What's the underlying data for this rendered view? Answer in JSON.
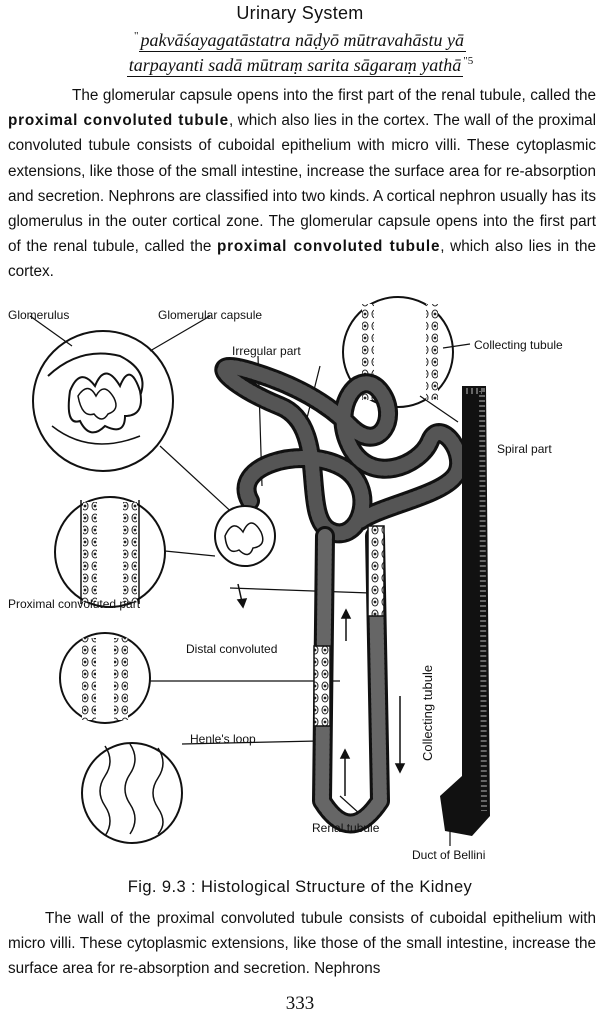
{
  "header": {
    "title": "Urinary System"
  },
  "verse": {
    "line1": "pakvāśayagatāstatra nāḍyō mūtravahāstu yā",
    "line2": "tarpayanti sadā mūtraṃ sarita sāgaraṃ yathā",
    "open_mark": "\"",
    "close_mark": "\"5"
  },
  "paragraph1": {
    "p1": "The glomerular capsule opens into the first part of the renal tubule, called the ",
    "b1": "proximal convoluted tubule",
    "p2": ", which also lies in the cortex. The wall of the proximal convoluted tubule consists of cuboidal epithelium with micro villi. These cytoplasmic extensions, like those of the small intestine, increase the surface area for re-absorption and secretion. Nephrons are classified into two kinds. A cortical nephron usually has its glomerulus in the outer cortical zone. The glomerular capsule opens into the first part of the renal tubule, called the ",
    "b2": "proximal convoluted tubule",
    "p3": ", which also lies in the cortex."
  },
  "figure": {
    "labels": {
      "glomerulus": "Glomerulus",
      "glomerular_capsule": "Glomerular capsule",
      "irregular_part": "Irregular part",
      "collecting_tubule_top": "Collecting tubule",
      "spiral_part": "Spiral part",
      "proximal_convoluted_part": "Proximal convoluted part",
      "distal_convoluted": "Distal convoluted",
      "henles_loop": "Henle's loop",
      "collecting_tubule_vertical": "Collecting tubule",
      "renal_tubule": "Renal tubule",
      "duct_of_bellini": "Duct of Bellini"
    },
    "caption": "Fig. 9.3 : Histological Structure of the Kidney"
  },
  "paragraph2": {
    "text": "The wall of the proximal convoluted tubule consists of cuboidal epithelium with micro villi. These cytoplasmic extensions, like those of the small intestine, increase the surface area for re-absorption and secretion. Nephrons"
  },
  "page_number": "333"
}
